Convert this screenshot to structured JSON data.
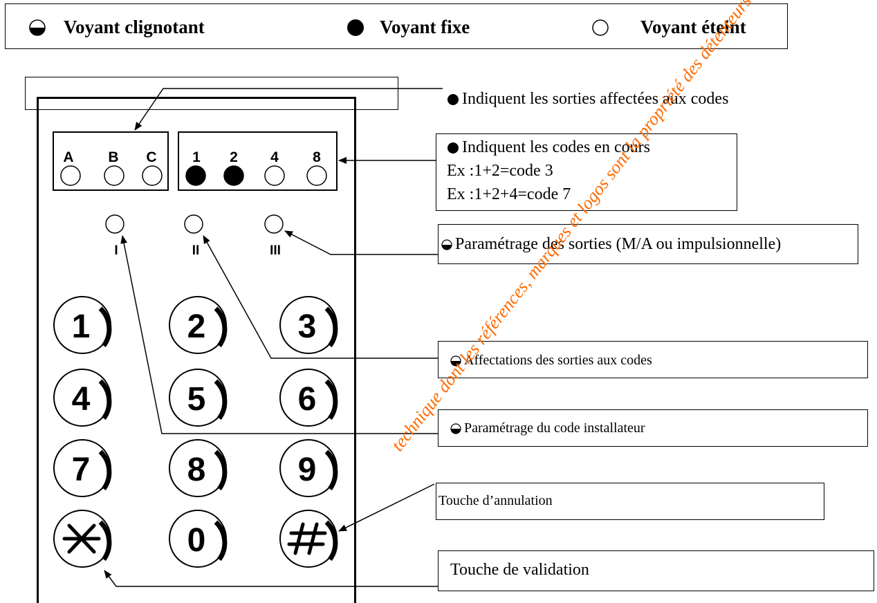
{
  "legend": {
    "blinking_label": "Voyant clignotant",
    "fixed_label": "Voyant fixe",
    "off_label": "Voyant éteint"
  },
  "keypad": {
    "output_leds": [
      "A",
      "B",
      "C"
    ],
    "code_leds": [
      "1",
      "2",
      "4",
      "8"
    ],
    "mode_leds": [
      "I",
      "II",
      "III"
    ],
    "keys": [
      "1",
      "2",
      "3",
      "4",
      "5",
      "6",
      "7",
      "8",
      "9",
      "*",
      "0",
      "#"
    ]
  },
  "annotations": {
    "outputs_assigned": "Indiquent les sorties affectées aux codes",
    "codes_line1": "Indiquent les codes en cours",
    "codes_line2": "Ex :1+2=code 3",
    "codes_line3": "Ex :1+2+4=code 7",
    "output_settings": "Paramétrage des sorties (M/A ou impulsionnelle)",
    "output_assignment": "Affectations des sorties aux codes",
    "installer_code": "Paramétrage du code installateur",
    "cancel_key": "Touche d’annulation",
    "validate_key": "Touche de validation"
  },
  "watermark": "technique dont les références, marques et logos sont la propriété des détenteurs"
}
